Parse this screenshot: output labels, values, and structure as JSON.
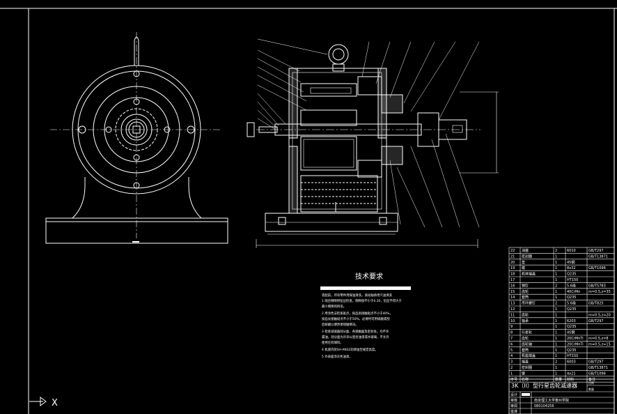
{
  "drawing": {
    "tech_title": "技术要求",
    "tech_notes": [
      "装配前，所有零件用煤油清洗，滚动轴承用汽油清洗",
      "1 啮合侧隙用铅丝检查，侧隙值不小于0.16，铅丝不得大于",
      "最小侧隙的四倍。",
      "2 用涂色法检查斑点，按齿高接触斑点不小于40%，",
      "按齿长接触斑点不小于50%，必要时可用研磨或刮",
      "后研磨以便改善接触情况。",
      "3 检查减速器剖分面、各接触面及密封处，均不许",
      "漏油。剖分面允许涂以密封油漆或水玻璃，不允许",
      "使用任何填料。",
      "4 机座内装SH-AN32润滑油至规定高度。",
      "5 外表面涂灰色油漆。"
    ],
    "bom_rows": [
      [
        "22",
        "油塞",
        "2",
        "6010",
        "GB/T297"
      ],
      [
        "21",
        "密封圈",
        "1",
        "",
        "GB/T13871"
      ],
      [
        "20",
        "垫",
        "1",
        "45钢",
        ""
      ],
      [
        "19",
        "键",
        "1",
        "8x32",
        "GB/T1096"
      ],
      [
        "18",
        "机体端盖",
        "1",
        "Q235",
        ""
      ],
      [
        "17",
        "",
        "1",
        "HT150",
        ""
      ],
      [
        "16",
        "销钉",
        "2",
        "5.6级",
        "GB/T5783"
      ],
      [
        "15",
        "齿轮",
        "1",
        "40CrMn",
        "m=0.5,z=35"
      ],
      [
        "14",
        "套筒",
        "1",
        "Q235",
        ""
      ],
      [
        "13",
        "吊环螺钉",
        "2",
        "5.6级",
        "GB/T825"
      ],
      [
        "12",
        "",
        "1",
        "Q235",
        ""
      ],
      [
        "11",
        "齿轮",
        "1",
        "",
        "m=0.5,z=20"
      ],
      [
        "10",
        "轴承",
        "1",
        "6203",
        "GB/T297"
      ],
      [
        "9",
        "",
        "1",
        "Q235",
        ""
      ],
      [
        "8",
        "行星轮",
        "1",
        "45钢",
        ""
      ],
      [
        "7",
        "齿轮",
        "1",
        "20CrMnTi",
        "m=0.5,z=8"
      ],
      [
        "6",
        "齿轮轴",
        "1",
        "20CrMnTi",
        "m=0.5,z=15"
      ],
      [
        "5",
        "套筒",
        "1",
        "Q235",
        ""
      ],
      [
        "4",
        "机座端盖",
        "1",
        "HT150",
        ""
      ],
      [
        "3",
        "端盖",
        "2",
        "6003",
        "GB/T297"
      ],
      [
        "2",
        "密封圈",
        "1",
        "",
        "GB/T13871"
      ],
      [
        "1",
        "键",
        "1",
        "4x21",
        "GB/T1096"
      ]
    ],
    "bom_header": [
      "序号",
      "名称",
      "数量",
      "材料",
      "备注"
    ],
    "title_block": {
      "name": "3K（II）型行星齿轮减速器",
      "design_label": "设计",
      "review_label": "审核",
      "audit_label": "审阅",
      "approve_label": "批准",
      "school": "南京理工大学泰州学院",
      "number": "080104256",
      "scale_label": "比例",
      "qty_label": "数量"
    },
    "ucs_x": "X"
  }
}
